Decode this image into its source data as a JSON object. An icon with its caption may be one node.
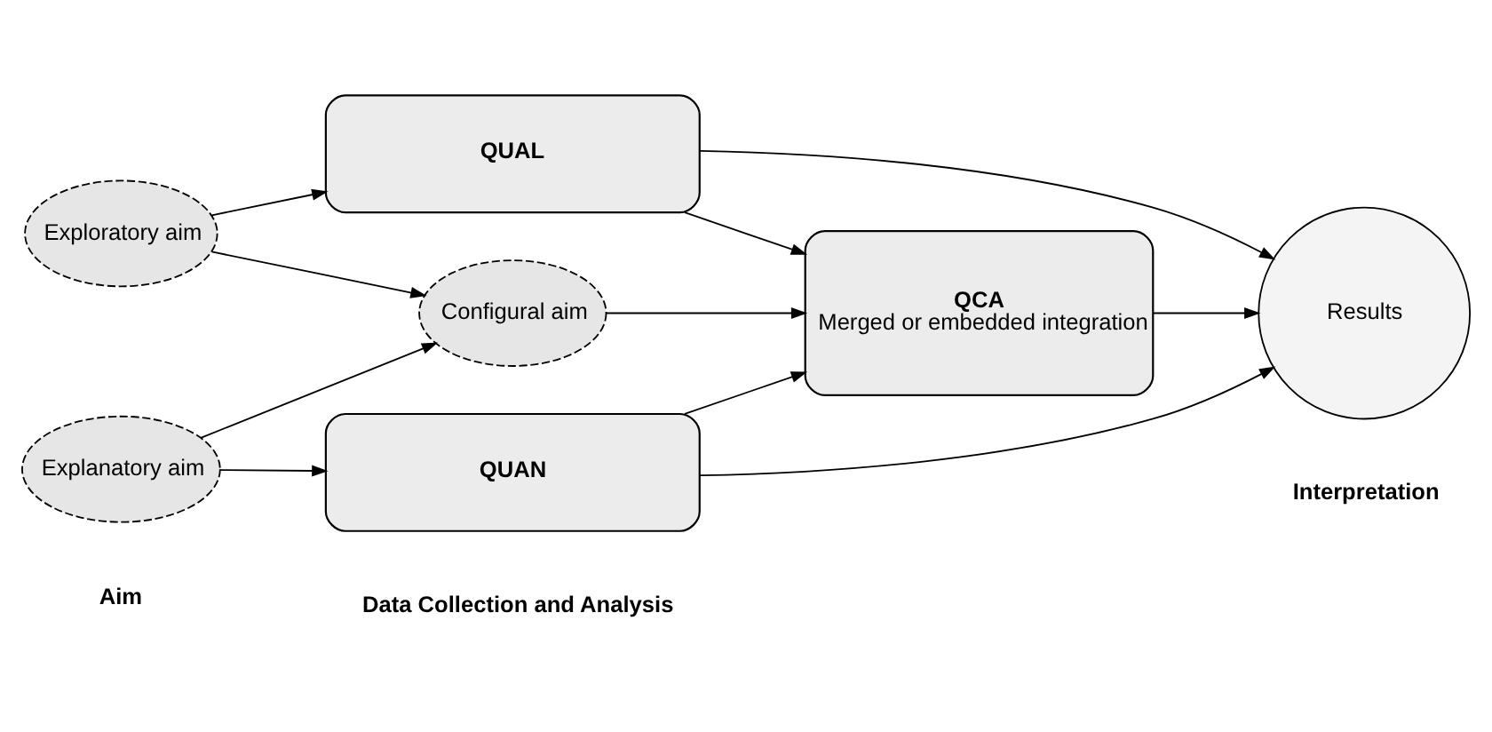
{
  "diagram": {
    "nodes": [
      {
        "text": [
          "Exploratory aim"
        ]
      },
      {
        "text": [
          "Configural aim"
        ]
      },
      {
        "text": [
          "Explanatory aim"
        ]
      },
      {
        "text": [
          "QUAL"
        ]
      },
      {
        "text": [
          "QCA",
          "Merged or embedded integration"
        ]
      },
      {
        "text": [
          "QUAN"
        ]
      },
      {
        "text": [
          "Results"
        ]
      }
    ],
    "edges": [
      {
        "from": 0,
        "to": 3,
        "arrow": "to"
      },
      {
        "from": 0,
        "to": 1,
        "arrow": "to"
      },
      {
        "from": 2,
        "to": 1,
        "arrow": "to"
      },
      {
        "from": 1,
        "to": 4,
        "arrow": "to"
      },
      {
        "from": 2,
        "to": 5,
        "arrow": "to"
      },
      {
        "from": 3,
        "to": 4,
        "arrow": "to"
      },
      {
        "from": 5,
        "to": 4,
        "arrow": "to"
      },
      {
        "from": 3,
        "to": 6,
        "arrow": "to"
      },
      {
        "from": 4,
        "to": 6,
        "arrow": "to"
      },
      {
        "from": 5,
        "to": 6,
        "arrow": "to"
      }
    ],
    "labels": [
      "Aim",
      "Data Collection and Analysis",
      "Interpretation"
    ]
  }
}
